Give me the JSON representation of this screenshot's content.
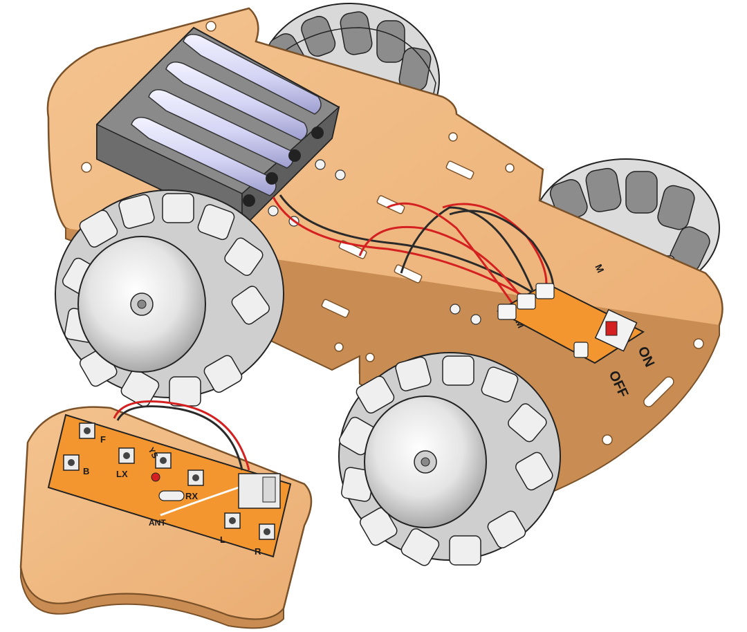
{
  "car": {
    "switch_on": "ON",
    "switch_off": "OFF",
    "motor_mark": "M"
  },
  "remote": {
    "buttons": {
      "forward": "F",
      "backward": "B",
      "left_x": "LX",
      "right_x": "RX",
      "y": "YS",
      "left": "L",
      "right": "R"
    },
    "antenna": "ANT"
  },
  "colors": {
    "wood": "#efb77d",
    "wood_edge": "#9a6a3c",
    "pcb": "#f3962f",
    "battery": "#d8d8f6",
    "holder": "#7a7a7a",
    "wheel": "#eeeeee",
    "roller": "#8c8c8c",
    "wire_red": "#d42020",
    "wire_black": "#2a2a2a"
  },
  "icons": [
    "mecanum-wheel-icon",
    "battery-icon",
    "push-button-icon",
    "slide-switch-icon",
    "led-icon",
    "crystal-icon"
  ]
}
